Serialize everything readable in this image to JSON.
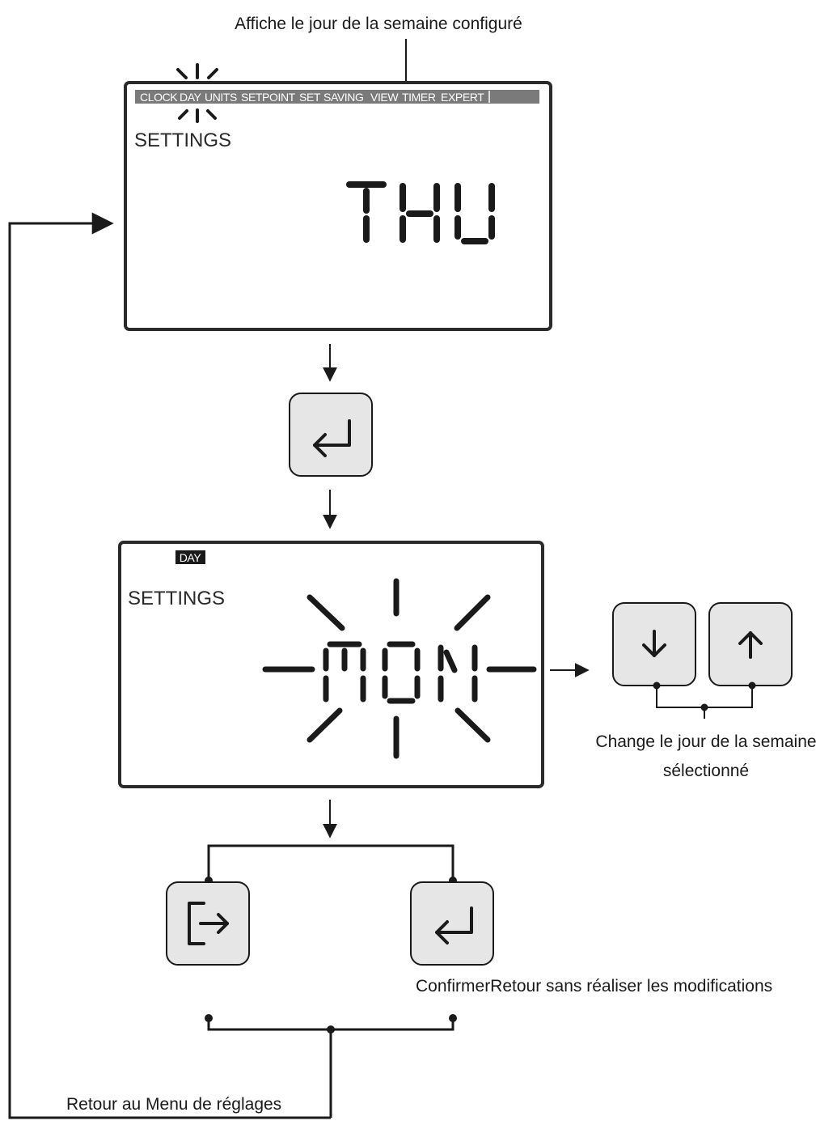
{
  "captions": {
    "top": "Affiche le jour de la semaine configuré",
    "change_line1": "Change le jour de la semaine",
    "change_line2": "sélectionné",
    "confirm_back": "ConfirmerRetour sans réaliser les modifications",
    "return_menu": "Retour au Menu de réglages"
  },
  "screen1": {
    "tabs": [
      "CLOCK",
      "DAY",
      "UNITS",
      "SETPOINT",
      "SET",
      "SAVING",
      "VIEW",
      "TIMER",
      "EXPERT"
    ],
    "label": "SETTINGS",
    "value": "THU"
  },
  "screen2": {
    "badge": "DAY",
    "label": "SETTINGS",
    "value": "MON"
  },
  "buttons": {
    "enter": "enter-arrow-icon",
    "down": "down-arrow-icon",
    "up": "up-arrow-icon",
    "exit": "exit-icon"
  },
  "colors": {
    "line": "#1a1a1a",
    "button_fill": "#e6e6e6",
    "tab_bar": "#7a7a7a"
  }
}
